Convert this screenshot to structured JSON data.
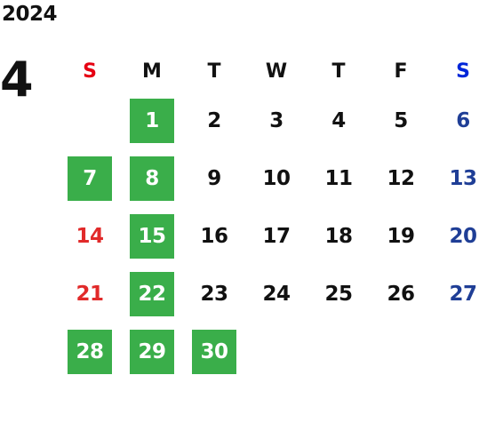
{
  "calendar": {
    "year": "2024",
    "month": "4",
    "weekdays": [
      "S",
      "M",
      "T",
      "W",
      "T",
      "F",
      "S"
    ],
    "weeks": [
      [
        {
          "day": "",
          "highlight": false
        },
        {
          "day": "1",
          "highlight": true
        },
        {
          "day": "2",
          "highlight": false
        },
        {
          "day": "3",
          "highlight": false
        },
        {
          "day": "4",
          "highlight": false
        },
        {
          "day": "5",
          "highlight": false
        },
        {
          "day": "6",
          "highlight": false
        }
      ],
      [
        {
          "day": "7",
          "highlight": true
        },
        {
          "day": "8",
          "highlight": true
        },
        {
          "day": "9",
          "highlight": false
        },
        {
          "day": "10",
          "highlight": false
        },
        {
          "day": "11",
          "highlight": false
        },
        {
          "day": "12",
          "highlight": false
        },
        {
          "day": "13",
          "highlight": false
        }
      ],
      [
        {
          "day": "14",
          "highlight": false
        },
        {
          "day": "15",
          "highlight": true
        },
        {
          "day": "16",
          "highlight": false
        },
        {
          "day": "17",
          "highlight": false
        },
        {
          "day": "18",
          "highlight": false
        },
        {
          "day": "19",
          "highlight": false
        },
        {
          "day": "20",
          "highlight": false
        }
      ],
      [
        {
          "day": "21",
          "highlight": false
        },
        {
          "day": "22",
          "highlight": true
        },
        {
          "day": "23",
          "highlight": false
        },
        {
          "day": "24",
          "highlight": false
        },
        {
          "day": "25",
          "highlight": false
        },
        {
          "day": "26",
          "highlight": false
        },
        {
          "day": "27",
          "highlight": false
        }
      ],
      [
        {
          "day": "28",
          "highlight": true
        },
        {
          "day": "29",
          "highlight": true
        },
        {
          "day": "30",
          "highlight": true
        },
        {
          "day": "",
          "highlight": false
        },
        {
          "day": "",
          "highlight": false
        },
        {
          "day": "",
          "highlight": false
        },
        {
          "day": "",
          "highlight": false
        }
      ]
    ]
  },
  "colors": {
    "highlight": "#3aae4a",
    "sunday_header": "#e60012",
    "saturday_header": "#0026d9",
    "sunday_day": "#e12a2a",
    "saturday_day": "#1f3e96"
  }
}
